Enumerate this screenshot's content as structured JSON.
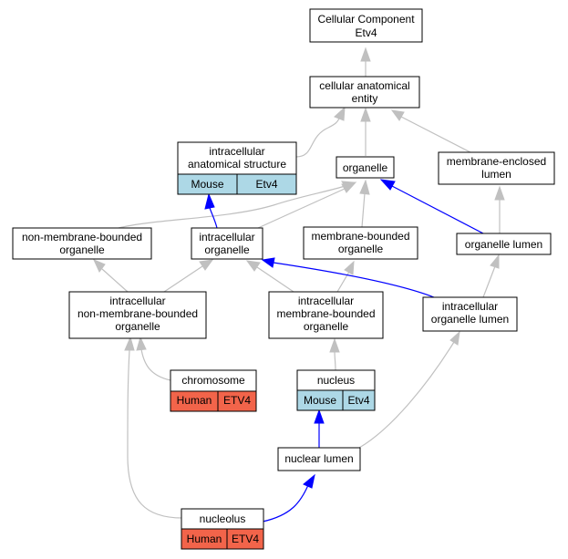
{
  "colors": {
    "mouse_fill": "#add8e6",
    "human_fill": "#f2644a",
    "edge_gray": "#c0c0c0",
    "edge_blue": "#0000ff"
  },
  "nodes": {
    "cellular_component": {
      "line1": "Cellular Component",
      "line2": "Etv4"
    },
    "cellular_anatomical_entity": {
      "line1": "cellular anatomical",
      "line2": "entity"
    },
    "intracellular_anatomical_structure": {
      "line1": "intracellular",
      "line2": "anatomical structure",
      "species": "Mouse",
      "gene": "Etv4"
    },
    "organelle": {
      "line1": "organelle"
    },
    "membrane_enclosed_lumen": {
      "line1": "membrane-enclosed",
      "line2": "lumen"
    },
    "non_membrane_bounded_organelle": {
      "line1": "non-membrane-bounded",
      "line2": "organelle"
    },
    "intracellular_organelle": {
      "line1": "intracellular",
      "line2": "organelle"
    },
    "membrane_bounded_organelle": {
      "line1": "membrane-bounded",
      "line2": "organelle"
    },
    "organelle_lumen": {
      "line1": "organelle lumen"
    },
    "intracellular_non_membrane_bounded_organelle": {
      "line1": "intracellular",
      "line2": "non-membrane-bounded",
      "line3": "organelle"
    },
    "intracellular_membrane_bounded_organelle": {
      "line1": "intracellular",
      "line2": "membrane-bounded",
      "line3": "organelle"
    },
    "intracellular_organelle_lumen": {
      "line1": "intracellular",
      "line2": "organelle lumen"
    },
    "chromosome": {
      "line1": "chromosome",
      "species": "Human",
      "gene": "ETV4"
    },
    "nucleus": {
      "line1": "nucleus",
      "species": "Mouse",
      "gene": "Etv4"
    },
    "nuclear_lumen": {
      "line1": "nuclear lumen"
    },
    "nucleolus": {
      "line1": "nucleolus",
      "species": "Human",
      "gene": "ETV4"
    }
  },
  "edges": [
    {
      "from": "cellular_anatomical_entity",
      "to": "cellular_component",
      "color": "gray"
    },
    {
      "from": "intracellular_anatomical_structure",
      "to": "cellular_anatomical_entity",
      "color": "gray"
    },
    {
      "from": "organelle",
      "to": "cellular_anatomical_entity",
      "color": "gray"
    },
    {
      "from": "membrane_enclosed_lumen",
      "to": "cellular_anatomical_entity",
      "color": "gray"
    },
    {
      "from": "non_membrane_bounded_organelle",
      "to": "organelle",
      "color": "gray"
    },
    {
      "from": "intracellular_organelle",
      "to": "organelle",
      "color": "gray"
    },
    {
      "from": "membrane_bounded_organelle",
      "to": "organelle",
      "color": "gray"
    },
    {
      "from": "organelle_lumen",
      "to": "organelle",
      "color": "blue"
    },
    {
      "from": "intracellular_organelle",
      "to": "intracellular_anatomical_structure",
      "color": "blue"
    },
    {
      "from": "organelle_lumen",
      "to": "membrane_enclosed_lumen",
      "color": "gray"
    },
    {
      "from": "intracellular_non_membrane_bounded_organelle",
      "to": "non_membrane_bounded_organelle",
      "color": "gray"
    },
    {
      "from": "intracellular_non_membrane_bounded_organelle",
      "to": "intracellular_organelle",
      "color": "gray"
    },
    {
      "from": "intracellular_membrane_bounded_organelle",
      "to": "intracellular_organelle",
      "color": "gray"
    },
    {
      "from": "intracellular_membrane_bounded_organelle",
      "to": "membrane_bounded_organelle",
      "color": "gray"
    },
    {
      "from": "intracellular_organelle_lumen",
      "to": "intracellular_organelle",
      "color": "blue"
    },
    {
      "from": "intracellular_organelle_lumen",
      "to": "organelle_lumen",
      "color": "gray"
    },
    {
      "from": "chromosome",
      "to": "intracellular_non_membrane_bounded_organelle",
      "color": "gray"
    },
    {
      "from": "nucleus",
      "to": "intracellular_membrane_bounded_organelle",
      "color": "gray"
    },
    {
      "from": "nuclear_lumen",
      "to": "nucleus",
      "color": "blue"
    },
    {
      "from": "nuclear_lumen",
      "to": "intracellular_organelle_lumen",
      "color": "gray"
    },
    {
      "from": "nucleolus",
      "to": "intracellular_non_membrane_bounded_organelle",
      "color": "gray"
    },
    {
      "from": "nucleolus",
      "to": "nuclear_lumen",
      "color": "blue"
    }
  ]
}
